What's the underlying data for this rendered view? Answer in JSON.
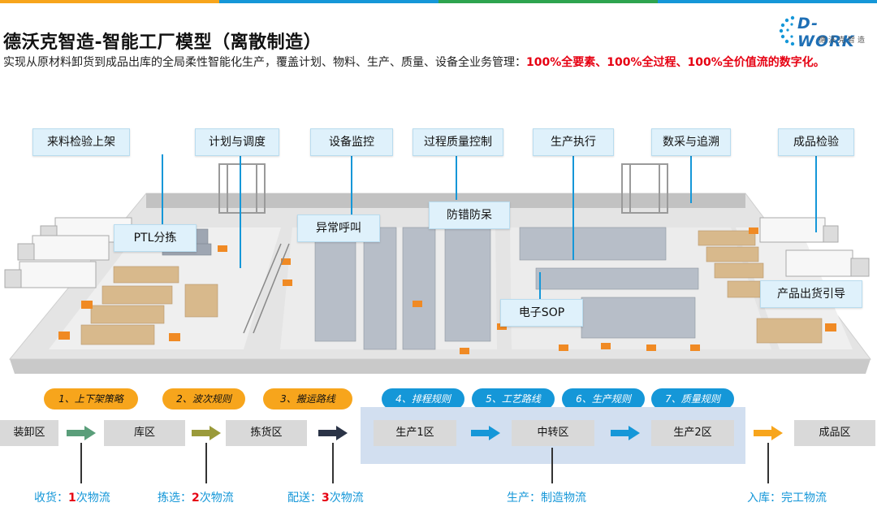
{
  "colors": {
    "accent_blue": "#1597d8",
    "highlight_red": "#e60012",
    "step_orange": "#f7a51c",
    "top_bar": [
      "#f7a51c",
      "#1597d8",
      "#2ea44f",
      "#1597d8"
    ]
  },
  "header": {
    "title": "德沃克智造-智能工厂模型（离散制造）",
    "subtitle_plain": "实现从原材料卸货到成品出库的全局柔性智能化生产，覆盖计划、物料、生产、质量、设备全业务管理：",
    "subtitle_highlight": "100%全要素、100%全过程、100%全价值流的数字化。"
  },
  "logo": {
    "word": "D-WORK",
    "cn": "德沃克智造"
  },
  "callouts": {
    "incoming_inspection": "来料检验上架",
    "planning": "计划与调度",
    "equipment_monitor": "设备监控",
    "process_quality": "过程质量控制",
    "production_exec": "生产执行",
    "data_trace": "数采与追溯",
    "product_inspection": "成品检验",
    "ptl_sorting": "PTL分拣",
    "andon_call": "异常呼叫",
    "error_proofing": "防错防呆",
    "esop": "电子SOP",
    "shipping_guide": "产品出货引导"
  },
  "steps": [
    "1、上下架策略",
    "2、波次规则",
    "3、搬运路线",
    "4、排程规则",
    "5、工艺路线",
    "6、生产规则",
    "7、质量规则"
  ],
  "zones": {
    "unload": "装卸区",
    "warehouse": "库区",
    "picking": "拣货区",
    "prod1": "生产1区",
    "transfer": "中转区",
    "prod2": "生产2区",
    "finished": "成品区"
  },
  "flows": {
    "receive": {
      "prefix": "收货：",
      "num": "1",
      "suffix": "次物流"
    },
    "picking": {
      "prefix": "拣选：",
      "num": "2",
      "suffix": "次物流"
    },
    "delivery": {
      "prefix": "配送：",
      "num": "3",
      "suffix": "次物流"
    },
    "production": {
      "text": "生产：制造物流"
    },
    "inbound": {
      "text": "入库：完工物流"
    }
  }
}
